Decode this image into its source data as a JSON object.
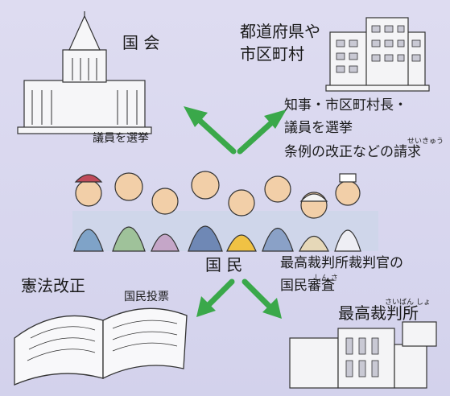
{
  "nodes": {
    "diet": "国 会",
    "local_gov_line1": "都道府県や",
    "local_gov_line2": "市区町村",
    "people": "国 民",
    "constitution": "憲法改正",
    "supreme_court": "最高裁判所"
  },
  "edges": {
    "to_diet": "議員を選挙",
    "to_local_line1": "知事・市区町村長・",
    "to_local_line2": "議員を選挙",
    "to_local_line3": "条例の改正などの請求",
    "to_constitution": "国民投票",
    "to_court_line1": "最高裁判所裁判官の",
    "to_court_line2": "国民審査"
  },
  "furigana": {
    "seikyu": "せいきゅう",
    "shinsa": "しん さ",
    "saibansho": "さいばん しょ"
  },
  "colors": {
    "arrow": "#3aa84a",
    "background": "#d9d8ee"
  }
}
